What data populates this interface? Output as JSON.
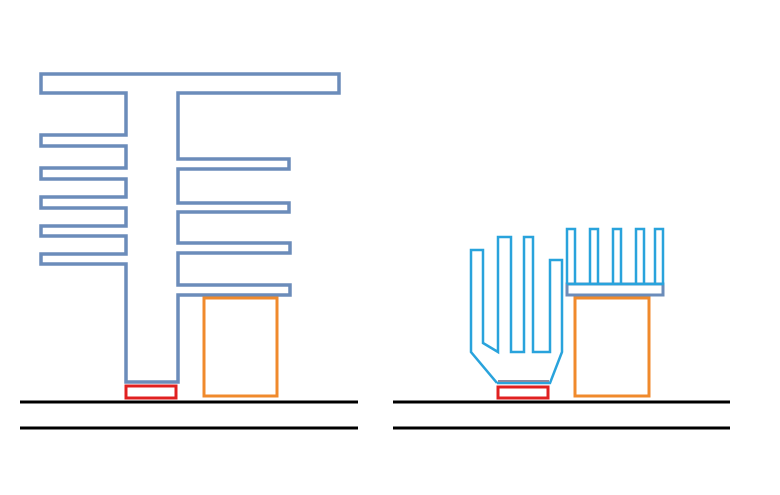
{
  "colors": {
    "background": "#ffffff",
    "large_heatsink": "#6b8cba",
    "small_heatsink": "#29a3dc",
    "chip": "#e02020",
    "component": "#f08a2c",
    "board": "#000000"
  },
  "scenes": [
    {
      "name": "left-scene",
      "heatsink_style": "large-comb"
    },
    {
      "name": "right-scene",
      "heatsink_style": "compact-fins"
    }
  ]
}
